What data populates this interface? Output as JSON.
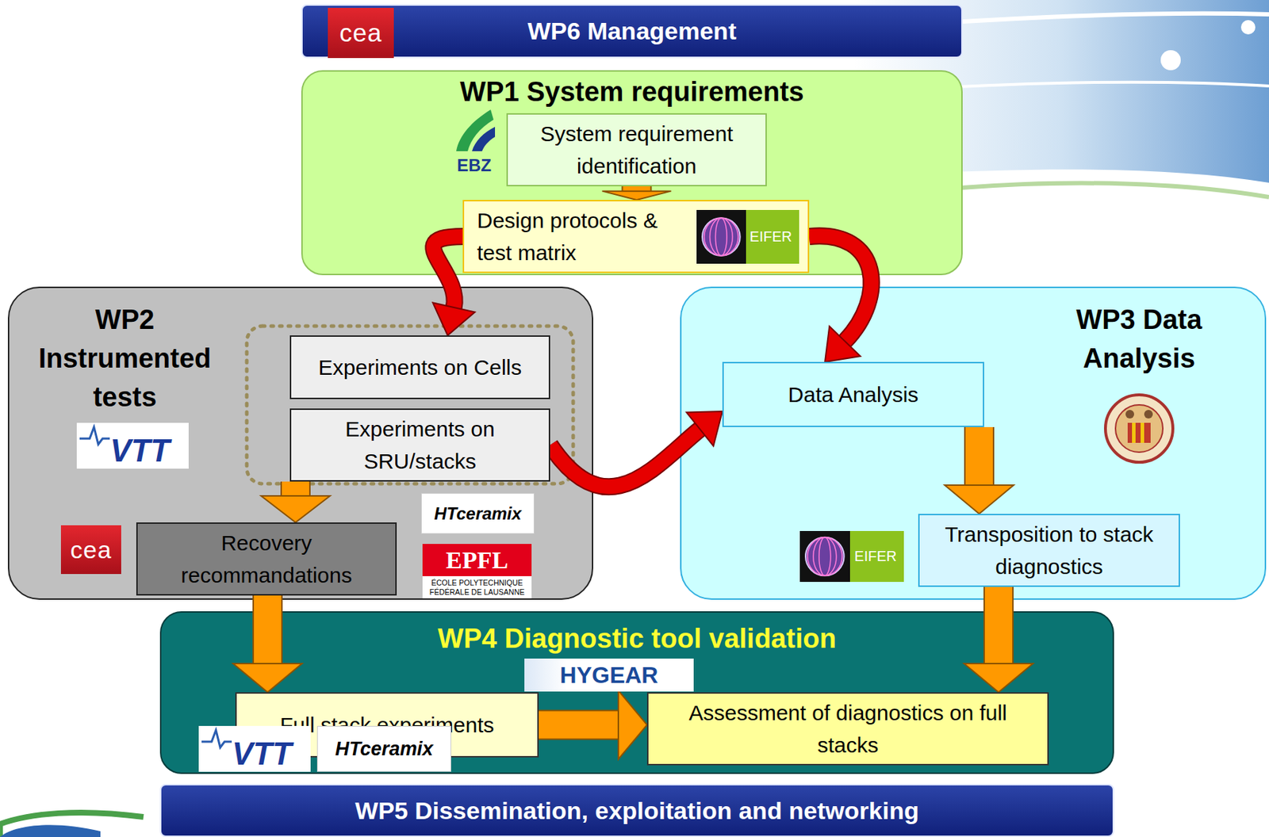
{
  "diagram": {
    "nodes": [
      {
        "text": [
          "WP6 Management"
        ]
      },
      {
        "text": [
          "WP1 System requirements"
        ]
      },
      {
        "text": [
          "System requirement identification"
        ],
        "in": 1
      },
      {
        "text": [
          "Design protocols & test matrix"
        ],
        "in": 1
      },
      {
        "text": [
          "WP2 Instrumented tests"
        ]
      },
      {
        "text": [
          "Experiments on Cells"
        ],
        "in": 4
      },
      {
        "text": [
          "Experiments on SRU/stacks"
        ],
        "in": 4
      },
      {
        "text": [
          "Recovery recommandations"
        ],
        "in": 4
      },
      {
        "text": [
          "WP3 Data Analysis"
        ]
      },
      {
        "text": [
          "Data Analysis"
        ],
        "in": 8
      },
      {
        "text": [
          "Transposition to stack diagnostics"
        ],
        "in": 8
      },
      {
        "text": [
          "WP4 Diagnostic tool validation"
        ]
      },
      {
        "text": [
          "Full stack experiments"
        ],
        "in": 11
      },
      {
        "text": [
          "Assessment of diagnostics on full stacks"
        ],
        "in": 11
      },
      {
        "text": [
          "WP5 Dissemination, exploitation and networking"
        ]
      }
    ],
    "edges": [
      {
        "from": 2,
        "to": 3,
        "arrow": "to"
      },
      {
        "from": 3,
        "to": 5,
        "arrow": "to"
      },
      {
        "from": 3,
        "to": 9,
        "arrow": "to"
      },
      {
        "from": 6,
        "to": 7,
        "arrow": "to"
      },
      {
        "from": 6,
        "to": 9,
        "arrow": "to"
      },
      {
        "from": 7,
        "to": 12,
        "arrow": "to"
      },
      {
        "from": 9,
        "to": 10,
        "arrow": "to"
      },
      {
        "from": 10,
        "to": 13,
        "arrow": "to"
      },
      {
        "from": 12,
        "to": 13,
        "arrow": "to"
      }
    ],
    "labels": [
      "cea",
      "EBZ",
      "EIFER",
      "VTT",
      "HTceramix",
      "cea",
      "EPFL",
      "ÉCOLE POLYTECHNIQUE FÉDÉRALE DE LAUSANNE",
      "EIFER",
      "HYGEAR",
      "VTT",
      "HTceramix"
    ]
  }
}
